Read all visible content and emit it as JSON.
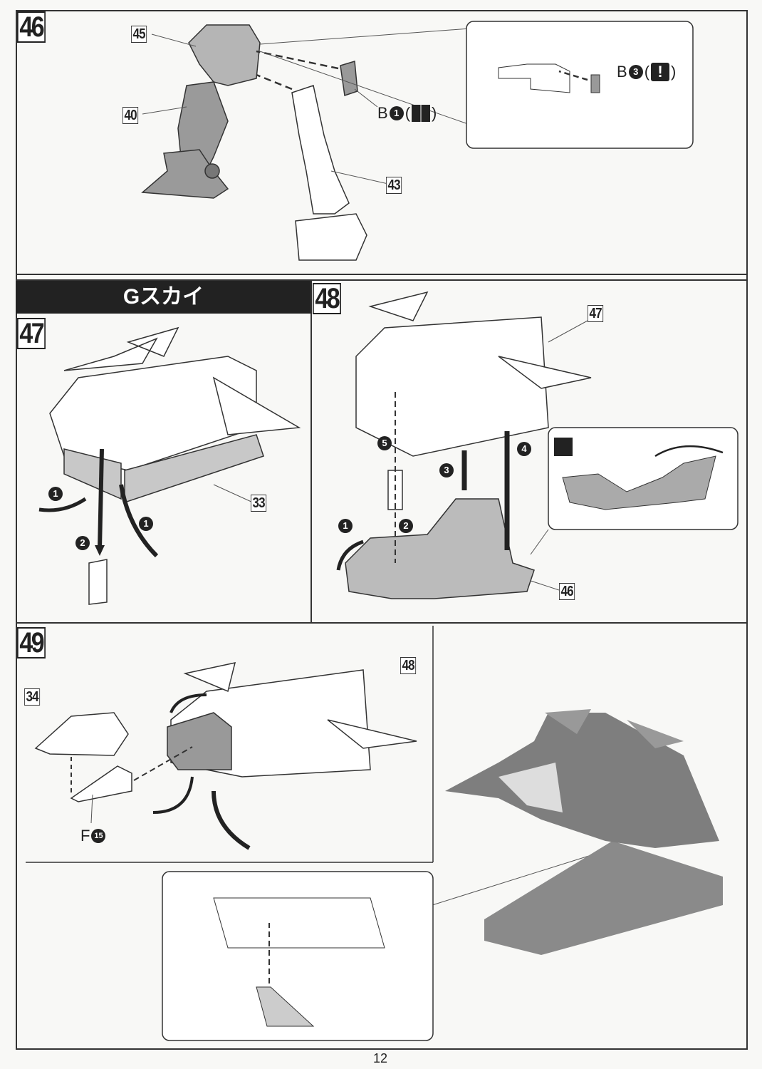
{
  "steps": {
    "s46": {
      "number": "46",
      "parts": {
        "p45": "45",
        "p40": "40",
        "p43": "43"
      },
      "part_b1": "B",
      "part_b1_num": "1",
      "part_b3": "B",
      "part_b3_num": "3",
      "mark_open": "(",
      "mark_close": ")",
      "exclaim": "!"
    },
    "section_title": "Gスカイ",
    "s47": {
      "number": "47",
      "part": "33",
      "order": [
        "1",
        "2",
        "1"
      ]
    },
    "s48": {
      "number": "48",
      "part_top": "47",
      "part_bottom": "46",
      "order": [
        "1",
        "2",
        "3",
        "4",
        "5"
      ]
    },
    "s49": {
      "number": "49",
      "part_main": "48",
      "part_fighter": "34",
      "part_f": "F",
      "part_f_num": "15"
    }
  },
  "page_number": "12"
}
